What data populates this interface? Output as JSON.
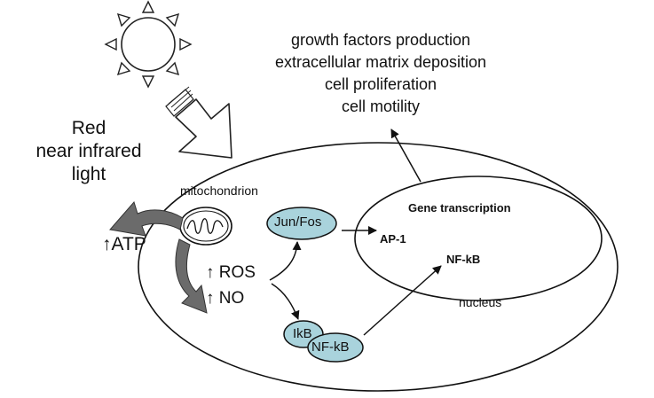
{
  "outcomes": [
    "growth factors production",
    "extracellular matrix deposition",
    "cell proliferation",
    "cell motility"
  ],
  "light": {
    "line1": "Red",
    "line2": "near infrared",
    "line3": "light"
  },
  "labels": {
    "mitochondrion": "mitochondrion",
    "atp": "↑ATP",
    "ros": "↑ ROS",
    "no": "↑ NO",
    "jun_fos": "Jun/Fos",
    "ikb": "IkB",
    "nfkb_complex": "NF-kB",
    "gene_transcription": "Gene transcription",
    "ap1": "AP-1",
    "nfkb_nuclear": "NF-kB",
    "nucleus": "nucleus"
  },
  "colors": {
    "protein_fill": "#a9d3dc",
    "arrow_fill": "#6b6b6b",
    "line": "#111111"
  }
}
